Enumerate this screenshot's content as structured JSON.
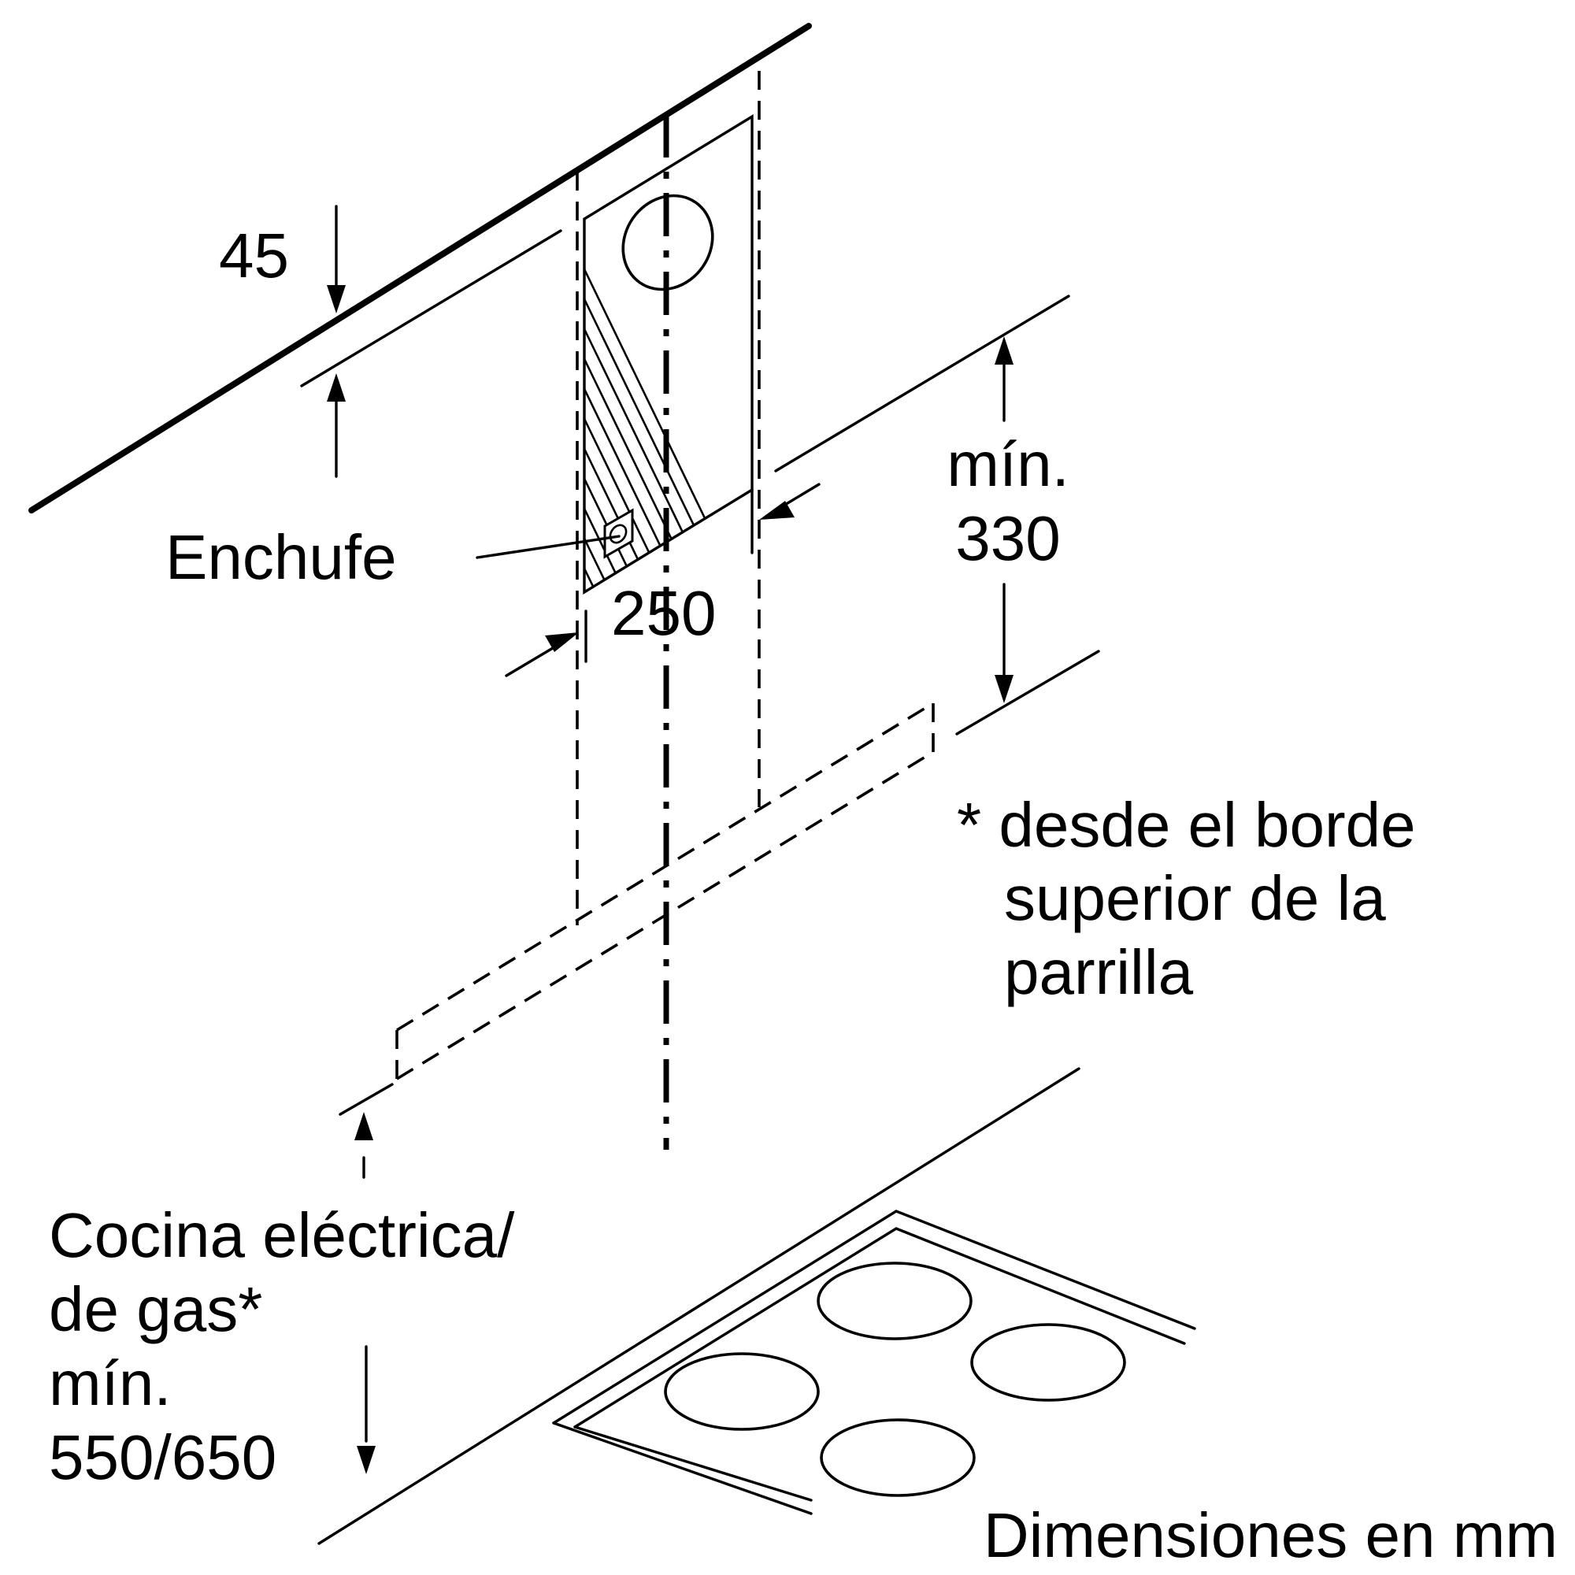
{
  "labels": {
    "dim_45": "45",
    "dim_250": "250",
    "min_330_line1": "mín.",
    "min_330_line2": "330",
    "socket": "Enchufe",
    "note_line1": "* desde el borde",
    "note_line2": "superior de la",
    "note_line3": "parrilla",
    "hob_line1": "Cocina eléctrica/",
    "hob_line2": "de gas*",
    "hob_line3": "mín.",
    "hob_line4": "550/650",
    "units": "Dimensiones en mm"
  },
  "icons": {
    "socket": "socket-icon",
    "duct_opening": "duct-opening-icon",
    "burner": "burner-icon"
  }
}
